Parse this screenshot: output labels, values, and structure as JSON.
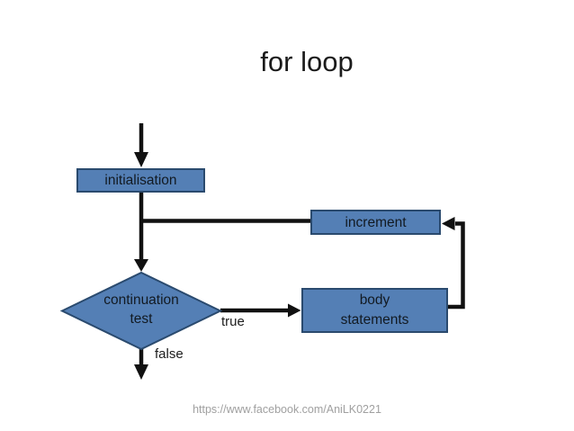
{
  "title": "for loop",
  "footer": "https://www.facebook.com/AniLK0221",
  "flowchart": {
    "nodes": {
      "initialisation": {
        "type": "process",
        "label": "initialisation"
      },
      "increment": {
        "type": "process",
        "label": "increment"
      },
      "continuation_test": {
        "type": "decision",
        "line1": "continuation",
        "line2": "test"
      },
      "body_statements": {
        "type": "process",
        "line1": "body",
        "line2": "statements"
      }
    },
    "branch_labels": {
      "true": "true",
      "false": "false"
    },
    "edges": [
      {
        "from": "start",
        "to": "initialisation"
      },
      {
        "from": "initialisation",
        "to": "continuation_test"
      },
      {
        "from": "continuation_test",
        "to": "body_statements",
        "label": "true"
      },
      {
        "from": "body_statements",
        "to": "increment"
      },
      {
        "from": "increment",
        "to": "continuation_test"
      },
      {
        "from": "continuation_test",
        "to": "exit",
        "label": "false"
      }
    ],
    "colors": {
      "node_fill": "#547fb5",
      "node_border": "#2a4a6e",
      "node_text": "#121a22",
      "connector": "#111111",
      "title_text": "#1b1b1b",
      "footer_text": "#a0a0a0",
      "background": "#ffffff"
    }
  }
}
